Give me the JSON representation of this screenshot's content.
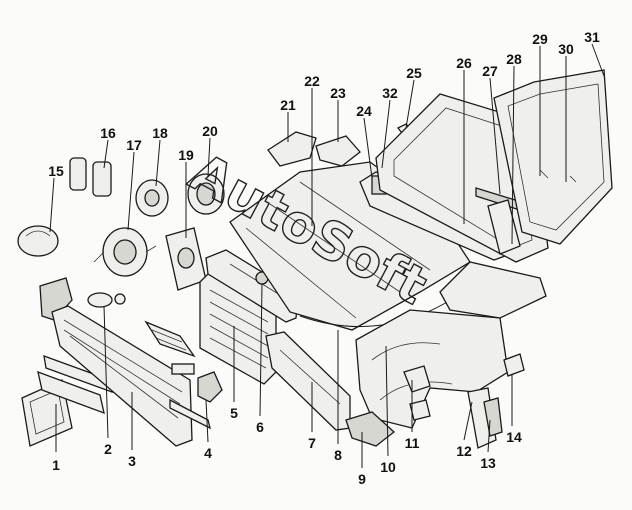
{
  "diagram": {
    "watermark": "AutoSoft",
    "callouts": [
      "1",
      "2",
      "3",
      "4",
      "5",
      "6",
      "7",
      "8",
      "9",
      "10",
      "11",
      "12",
      "13",
      "14",
      "15",
      "16",
      "17",
      "18",
      "19",
      "20",
      "21",
      "22",
      "23",
      "24",
      "25",
      "26",
      "27",
      "28",
      "29",
      "30",
      "31",
      "32"
    ]
  },
  "colors": {
    "line": "#1a1a1a",
    "part_fill": "#efefec",
    "background": "#fbfbfa"
  }
}
